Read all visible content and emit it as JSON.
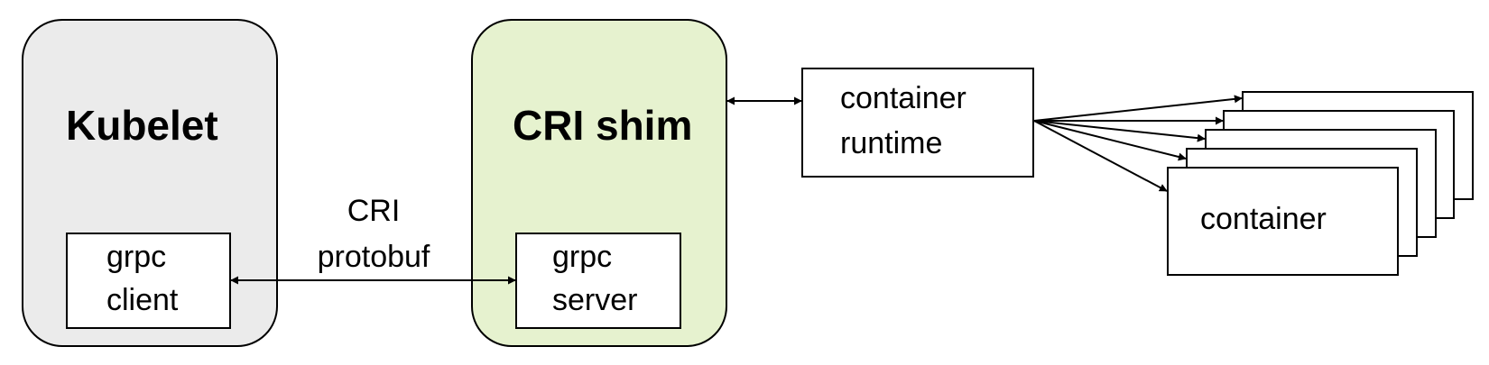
{
  "kubelet": {
    "title": "Kubelet",
    "fill": "#ebebeb",
    "inner_line1": "grpc",
    "inner_line2": "client"
  },
  "cri_shim": {
    "title": "CRI shim",
    "fill": "#e6f2cf",
    "inner_line1": "grpc",
    "inner_line2": "server"
  },
  "link": {
    "line1": "CRI",
    "line2": "protobuf"
  },
  "runtime": {
    "line1": "container",
    "line2": "runtime"
  },
  "container": {
    "label": "container"
  }
}
